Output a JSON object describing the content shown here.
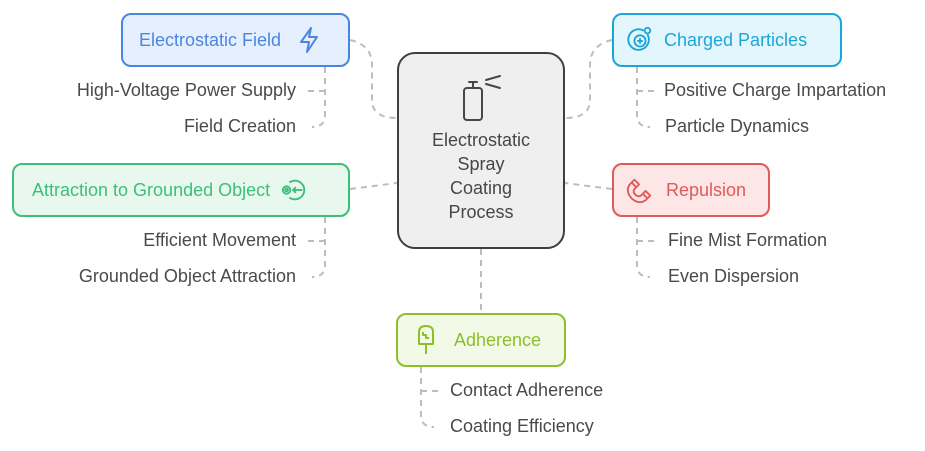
{
  "center": {
    "icon": "spray-bottle-icon",
    "lines": [
      "Electrostatic",
      "Spray",
      "Coating",
      "Process"
    ]
  },
  "nodes": {
    "electrostatic_field": {
      "label": "Electrostatic Field",
      "icon": "lightning-bolt-icon",
      "color": "#4a86e0",
      "fill": "#e6effd",
      "children": [
        "High-Voltage Power Supply",
        "Field Creation"
      ]
    },
    "charged_particles": {
      "label": "Charged Particles",
      "icon": "charged-particle-icon",
      "color": "#1aa6d9",
      "fill": "#e3f6fc",
      "children": [
        "Positive Charge Impartation",
        "Particle Dynamics"
      ]
    },
    "attraction": {
      "label": "Attraction to Grounded Object",
      "icon": "target-arrow-icon",
      "color": "#3dbf7a",
      "fill": "#e8f8ef",
      "children": [
        "Efficient Movement",
        "Grounded Object Attraction"
      ]
    },
    "repulsion": {
      "label": "Repulsion",
      "icon": "magnet-icon",
      "color": "#e05a5a",
      "fill": "#fde6e6",
      "children": [
        "Fine Mist Formation",
        "Even Dispersion"
      ]
    },
    "adherence": {
      "label": "Adherence",
      "icon": "popsicle-icon",
      "color": "#8cbf2c",
      "fill": "#f2f9e6",
      "children": [
        "Contact Adherence",
        "Coating Efficiency"
      ]
    }
  }
}
